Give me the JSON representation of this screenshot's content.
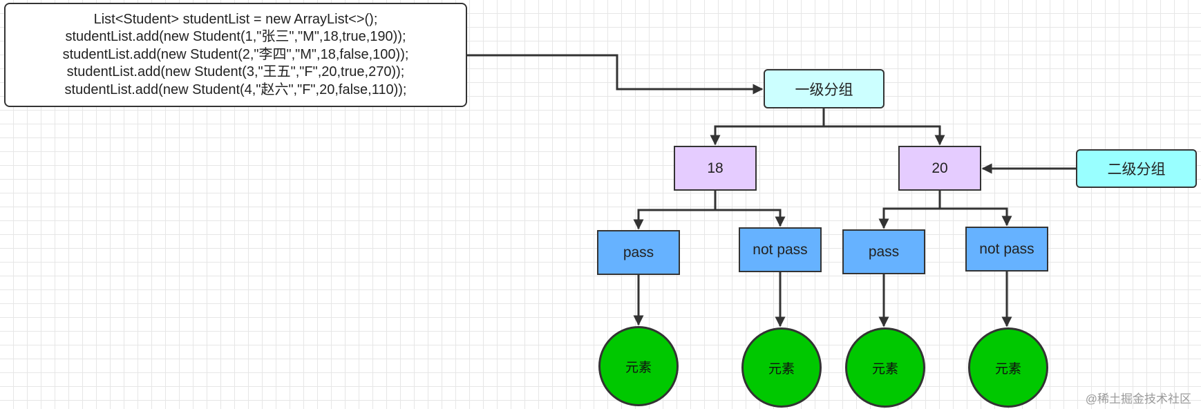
{
  "code": {
    "lines": [
      "List<Student> studentList = new ArrayList<>();",
      "studentList.add(new Student(1,\"张三\",\"M\",18,true,190));",
      "studentList.add(new Student(2,\"李四\",\"M\",18,false,100));",
      "studentList.add(new Student(3,\"王五\",\"F\",20,true,270));",
      "studentList.add(new Student(4,\"赵六\",\"F\",20,false,110));"
    ]
  },
  "labels": {
    "level1": "一级分组",
    "level2": "二级分组"
  },
  "groups": [
    {
      "age": "18",
      "children": [
        {
          "label": "pass",
          "leaf": "元素"
        },
        {
          "label": "not pass",
          "leaf": "元素"
        }
      ]
    },
    {
      "age": "20",
      "children": [
        {
          "label": "pass",
          "leaf": "元素"
        },
        {
          "label": "not pass",
          "leaf": "元素"
        }
      ]
    }
  ],
  "colors": {
    "level_box": "#ccffff",
    "age_box": "#e5ccff",
    "pass_box": "#66b2ff",
    "element_circle": "#00c800",
    "edge": "#333333"
  },
  "watermark": "@稀土掘金技术社区"
}
